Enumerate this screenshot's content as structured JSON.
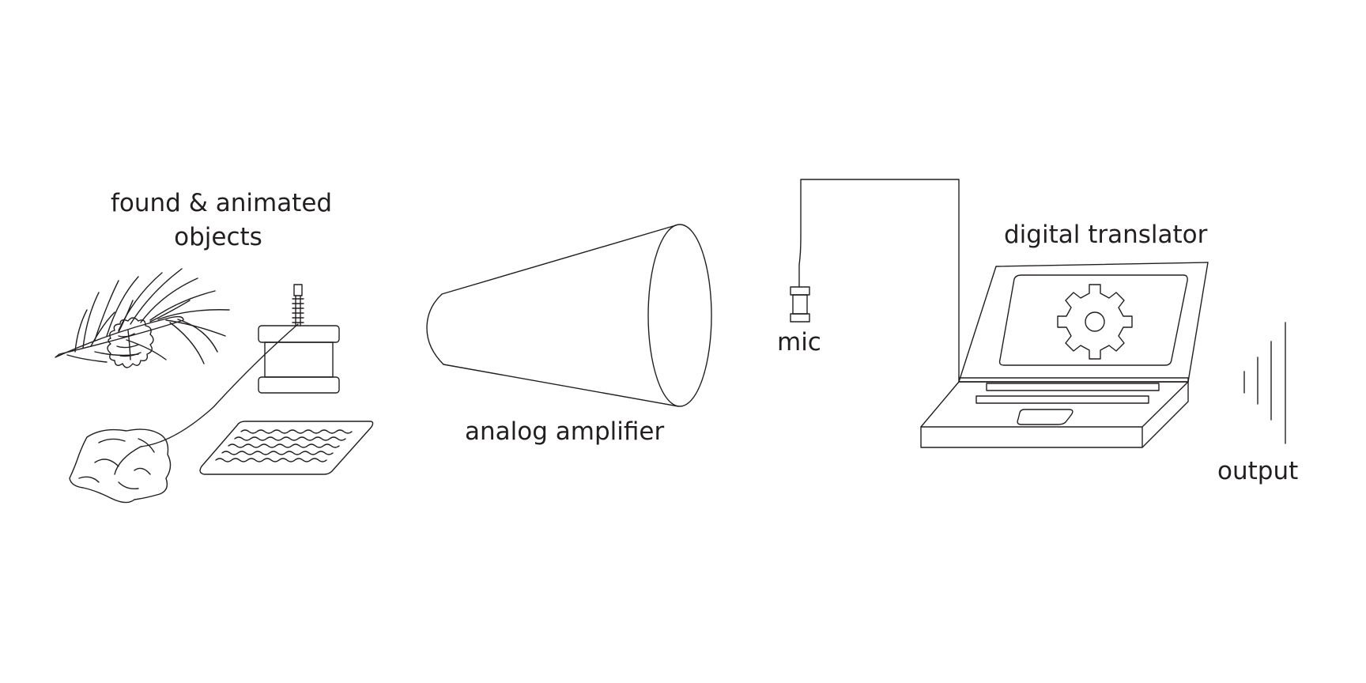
{
  "labels": {
    "found_line1": "found & animated",
    "found_line2": "objects",
    "amplifier": "analog amplifier",
    "mic": "mic",
    "translator": "digital translator",
    "output": "output"
  },
  "colors": {
    "ink": "#231f20",
    "background": "#ffffff"
  },
  "icons": [
    "pine-branch-icon",
    "pine-cone-icon",
    "motor-icon",
    "crumpled-paper-icon",
    "textured-mat-icon",
    "cone-amplifier-icon",
    "microphone-icon",
    "laptop-icon",
    "gear-icon",
    "output-wave-lines-icon"
  ]
}
